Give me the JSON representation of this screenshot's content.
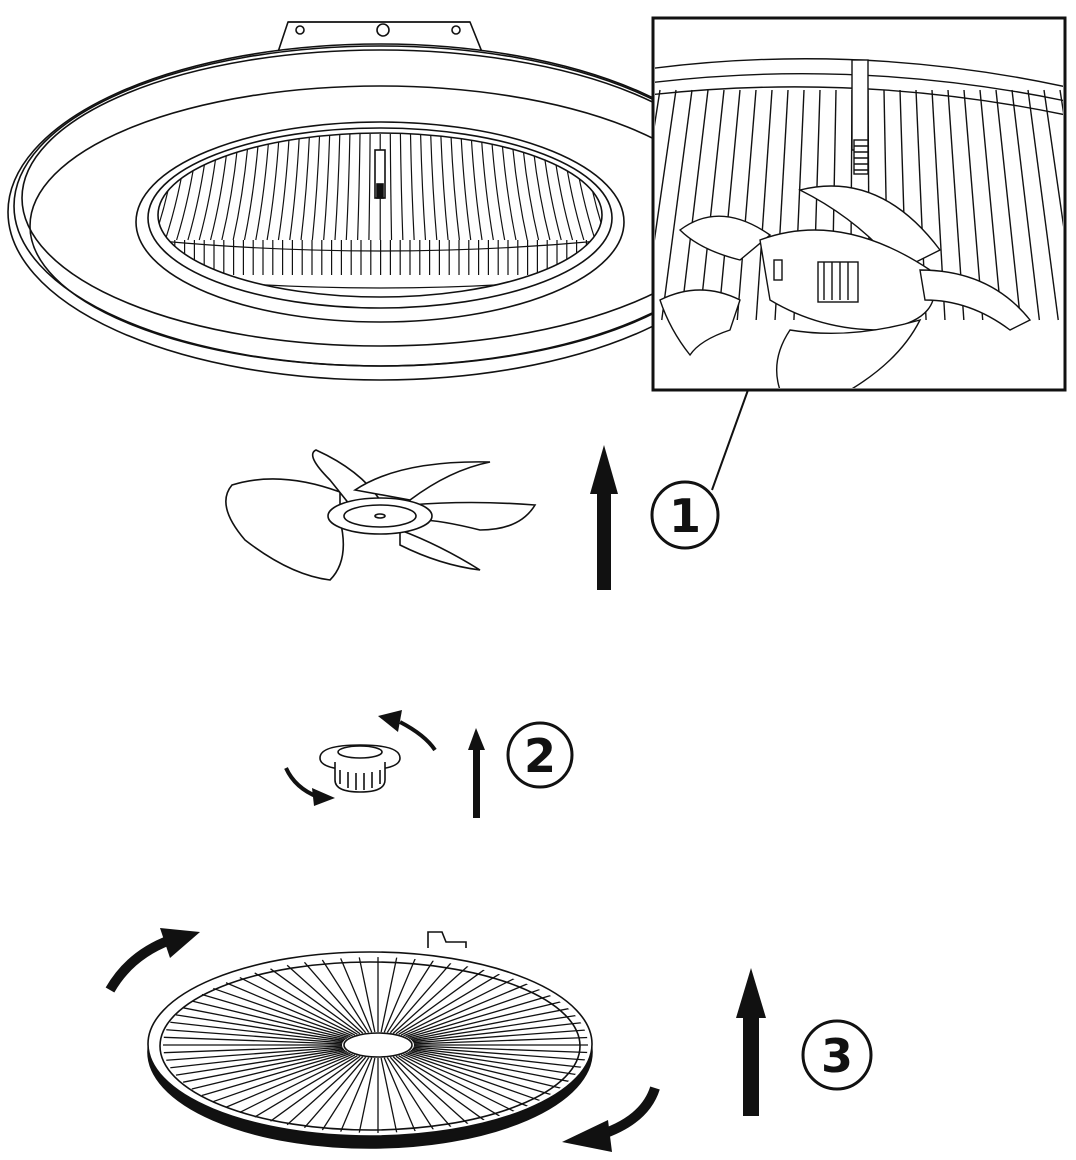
{
  "steps": [
    {
      "number": "1"
    },
    {
      "number": "2"
    },
    {
      "number": "3"
    }
  ],
  "colors": {
    "line": "#111111",
    "background": "#ffffff"
  },
  "icons": [
    "ceiling-fan-housing",
    "detail-inset",
    "fan-blade",
    "arrow-up",
    "hub-nut",
    "rotate-arrow",
    "diffuser-cover"
  ]
}
